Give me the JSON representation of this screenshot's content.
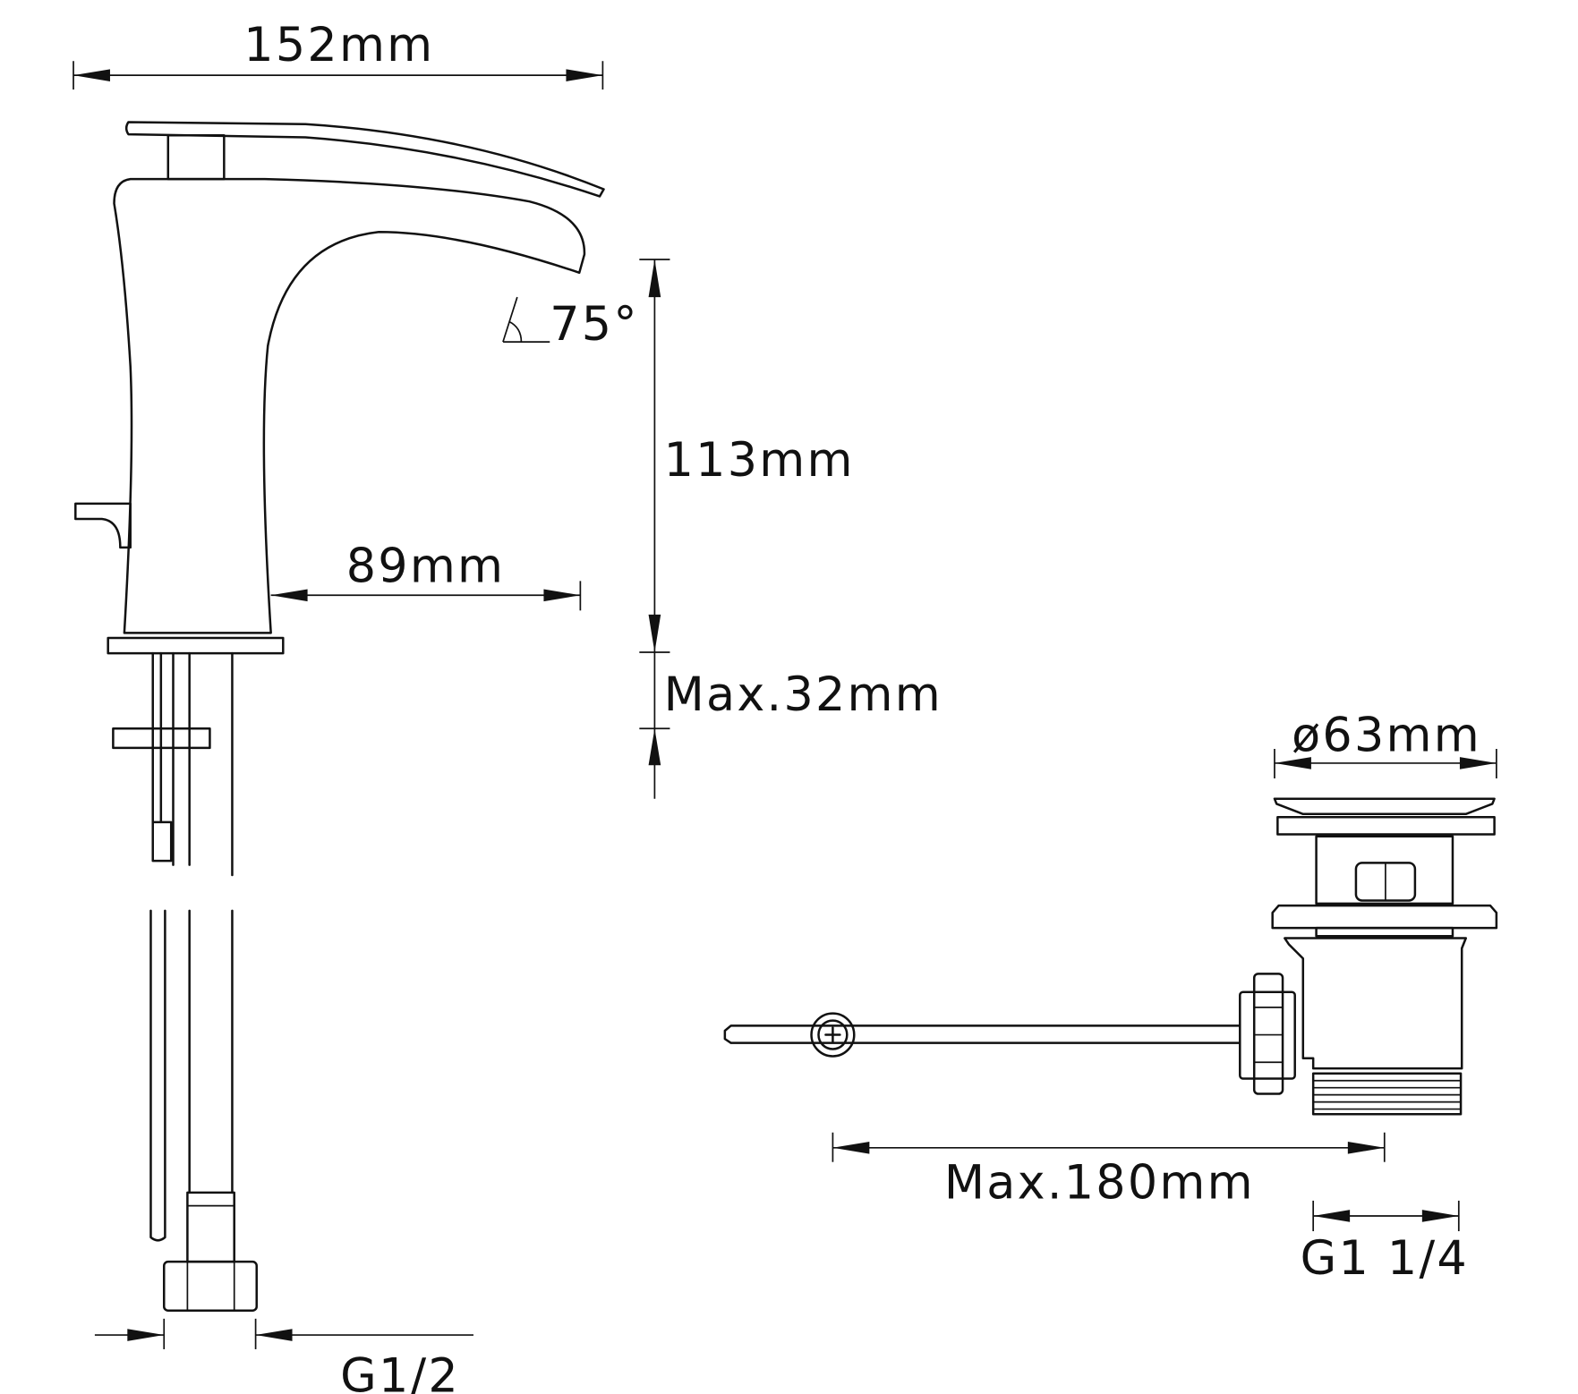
{
  "drawing": {
    "faucet": {
      "overall_length": "152mm",
      "spout_angle": "75°",
      "height": "113mm",
      "spout_reach": "89mm",
      "max_deck_thickness": "Max.32mm",
      "inlet_thread": "G1/2"
    },
    "drain": {
      "cap_diameter": "ø63mm",
      "max_rod_length": "Max.180mm",
      "outlet_thread": "G1 1/4"
    },
    "colors": {
      "line": "#111111",
      "background": "#ffffff"
    }
  }
}
